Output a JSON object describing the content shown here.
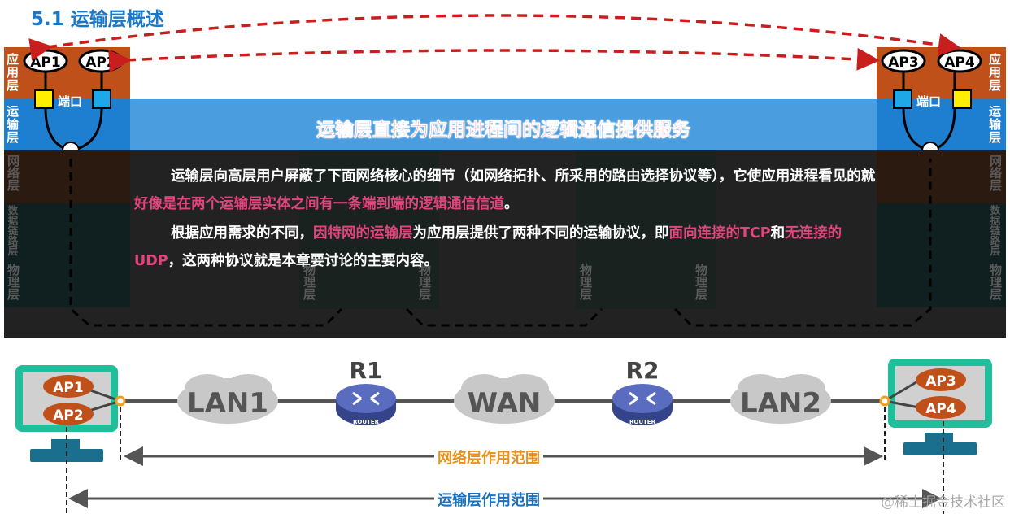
{
  "title": "5.1 运输层概述",
  "layers": {
    "application": "应用层",
    "transport": "运输层",
    "network": "网络层",
    "datalink": "数据链路层",
    "physical": "物理层"
  },
  "port_label": "端口",
  "processes": {
    "left": [
      "AP1",
      "AP2"
    ],
    "right": [
      "AP3",
      "AP4"
    ]
  },
  "banner": "运输层直接为应用进程间的逻辑通信提供服务",
  "paragraphs": [
    [
      {
        "t": "运输层向高层用户屏蔽了下面网络核心的细节（如网络拓扑、所采用的路由选择协议等），它使应用进程看见的就",
        "hl": false
      },
      {
        "t": "好像是在两个运输层实体之间有一条端到端的逻辑通信信道",
        "hl": true
      },
      {
        "t": "。",
        "hl": false
      }
    ],
    [
      {
        "t": "根据应用需求的不同，",
        "hl": false
      },
      {
        "t": "因特网的运输层",
        "hl": true
      },
      {
        "t": "为应用层提供了两种不同的运输协议，即",
        "hl": false
      },
      {
        "t": "面向连接的TCP",
        "hl": true
      },
      {
        "t": "和",
        "hl": false
      },
      {
        "t": "无连接的UDP",
        "hl": true
      },
      {
        "t": "，这两种协议就是本章要讨论的主要内容。",
        "hl": false
      }
    ]
  ],
  "network": {
    "clouds": [
      "LAN1",
      "WAN",
      "LAN2"
    ],
    "routers": [
      {
        "name": "R1",
        "label": "ROUTER"
      },
      {
        "name": "R2",
        "label": "ROUTER"
      }
    ],
    "network_scope": "网络层作用范围",
    "transport_scope": "运输层作用范围"
  },
  "colors": {
    "title": "#1a78c8",
    "application": "#c0501a",
    "transport": "#1e7fd0",
    "highlight": "#e0457d",
    "network_scope": "#e8901a",
    "transport_scope": "#1a70c0",
    "monitor": "#1fbf9b"
  },
  "watermark": "@稀土掘金技术社区"
}
